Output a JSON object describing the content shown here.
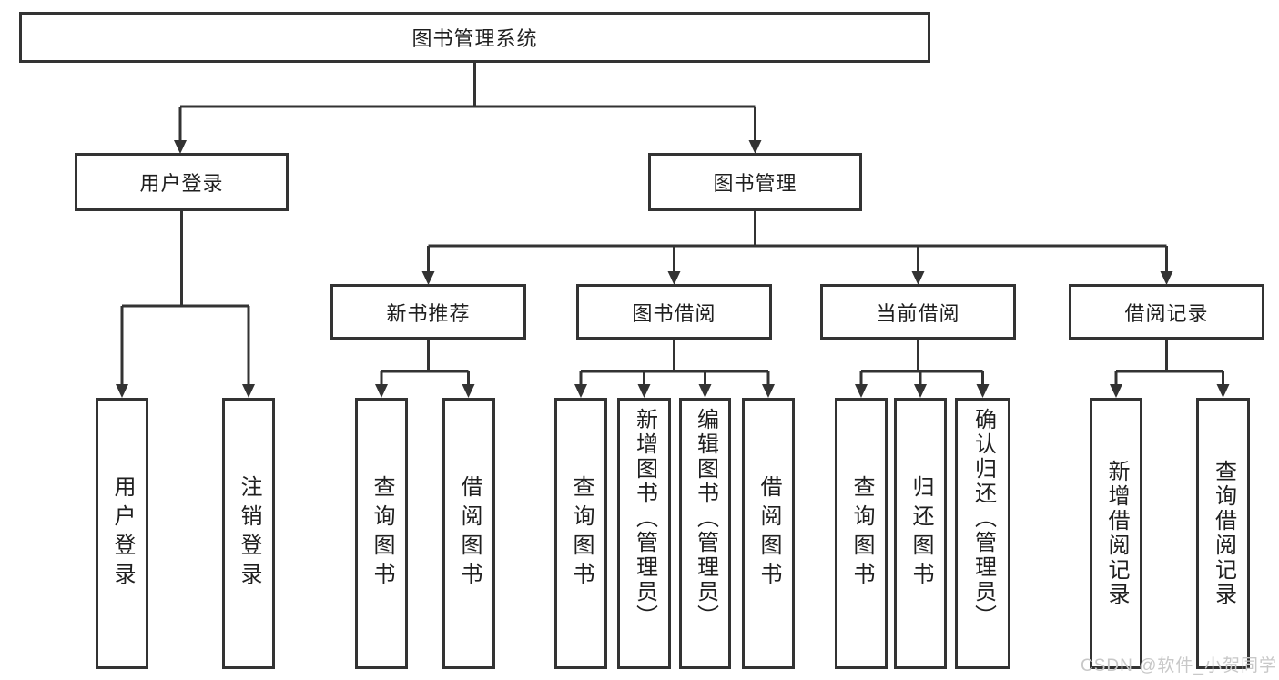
{
  "diagram": {
    "type": "tree",
    "root": {
      "label": "图书管理系统"
    },
    "level1": [
      {
        "label": "用户登录"
      },
      {
        "label": "图书管理"
      }
    ],
    "level2": [
      {
        "label": "新书推荐",
        "parent": "图书管理"
      },
      {
        "label": "图书借阅",
        "parent": "图书管理"
      },
      {
        "label": "当前借阅",
        "parent": "图书管理"
      },
      {
        "label": "借阅记录",
        "parent": "图书管理"
      }
    ],
    "leaves": [
      {
        "label": "用户登录",
        "parent": "用户登录"
      },
      {
        "label": "注销登录",
        "parent": "用户登录"
      },
      {
        "label": "查询图书",
        "parent": "新书推荐"
      },
      {
        "label": "借阅图书",
        "parent": "新书推荐"
      },
      {
        "label": "查询图书",
        "parent": "图书借阅"
      },
      {
        "label": "新增图书（管理员）",
        "parent": "图书借阅"
      },
      {
        "label": "编辑图书（管理员）",
        "parent": "图书借阅"
      },
      {
        "label": "借阅图书",
        "parent": "图书借阅"
      },
      {
        "label": "查询图书",
        "parent": "当前借阅"
      },
      {
        "label": "归还图书",
        "parent": "当前借阅"
      },
      {
        "label": "确认归还（管理员）",
        "parent": "当前借阅"
      },
      {
        "label": "新增借阅记录",
        "parent": "借阅记录"
      },
      {
        "label": "查询借阅记录",
        "parent": "借阅记录"
      }
    ]
  },
  "watermark": "CSDN @软件_小贺同学",
  "colors": {
    "line": "#333333",
    "text": "#1f1f1f",
    "box_background": "#ffffff",
    "watermark": "#c8c8c8",
    "background": "#ffffff"
  }
}
